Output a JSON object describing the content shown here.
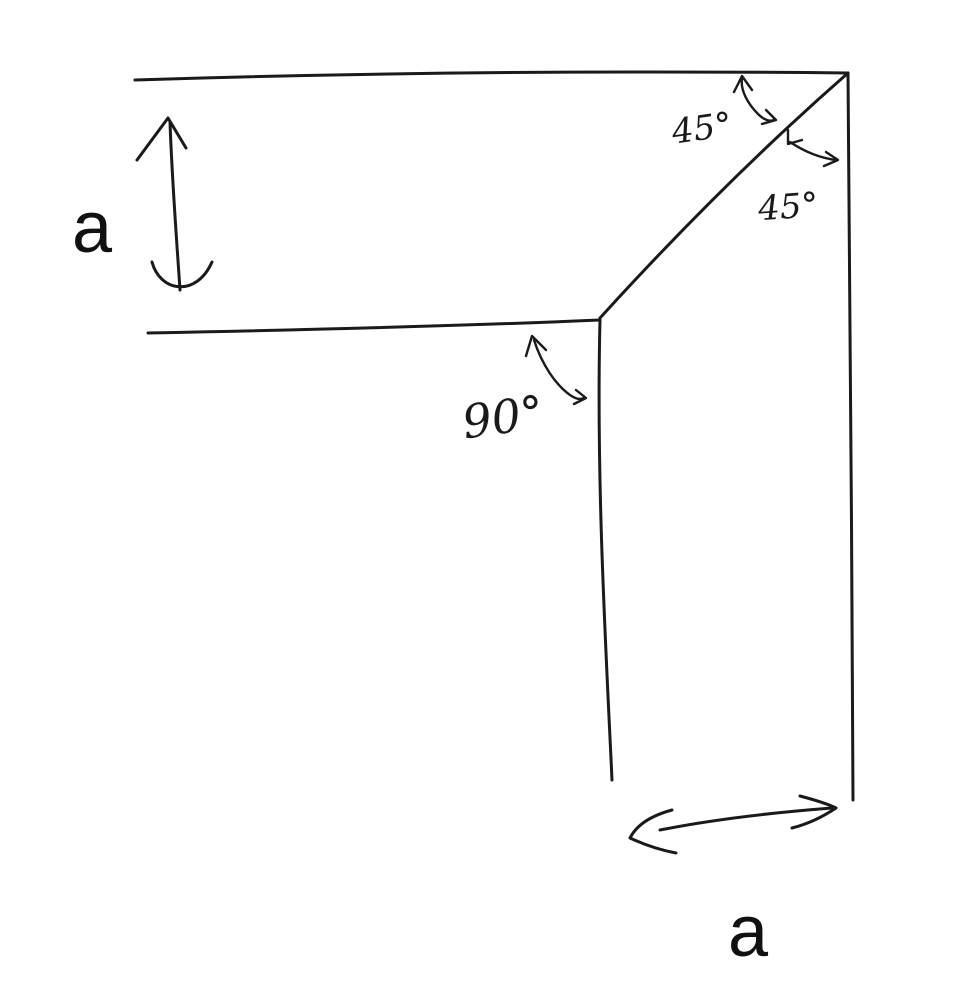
{
  "labels": {
    "width_left": "a",
    "width_bottom": "a",
    "angle_top_left": "45°",
    "angle_top_right": "45°",
    "angle_inner": "90°"
  },
  "colors": {
    "ink": "#1a1a1a",
    "background": "#ffffff"
  }
}
